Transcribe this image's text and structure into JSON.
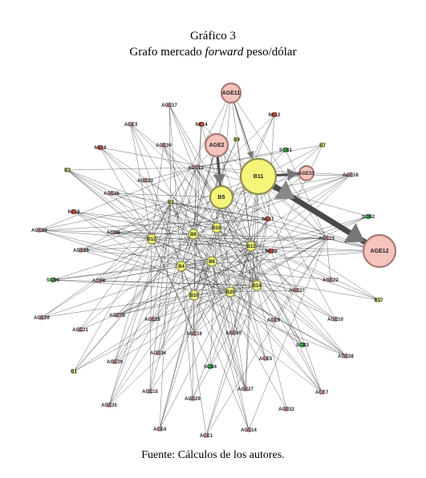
{
  "figure": {
    "number_label": "Gráfico 3",
    "title_pre": "Grafo mercado ",
    "title_italic": "forward",
    "title_post": " peso/dólar",
    "source": "Fuente: Cálculos de los autores."
  },
  "colors": {
    "pink_fill": "#f7c3bd",
    "pink_stroke": "#a77a76",
    "yellow_fill": "#f5f57a",
    "yellow_stroke": "#8f8f55",
    "green_fill": "#3cc24a",
    "red_fill": "#e6553c",
    "edge": "#333333",
    "heavy_edge": "#4a4a4a"
  },
  "nodes": [
    {
      "id": "AGE11",
      "label": "AGE11",
      "type": "pink",
      "size": "large"
    },
    {
      "id": "AGE17",
      "label": "AGE17",
      "type": "pink",
      "size": "tiny"
    },
    {
      "id": "NE14",
      "label": "NE14",
      "type": "red",
      "size": "tiny"
    },
    {
      "id": "NE12",
      "label": "NE12",
      "type": "red",
      "size": "tiny"
    },
    {
      "id": "AGE3",
      "label": "AGE3",
      "type": "pink",
      "size": "tiny"
    },
    {
      "id": "AGE2",
      "label": "AGE2",
      "type": "pink",
      "size": "large"
    },
    {
      "id": "B9",
      "label": "B9",
      "type": "yellow",
      "size": "tiny"
    },
    {
      "id": "SCB1",
      "label": "SCB1",
      "type": "green",
      "size": "tiny"
    },
    {
      "id": "B7",
      "label": "B7",
      "type": "yellow",
      "size": "tiny"
    },
    {
      "id": "NE19",
      "label": "NE19",
      "type": "red",
      "size": "tiny"
    },
    {
      "id": "AGE30",
      "label": "AGE30",
      "type": "pink",
      "size": "tiny"
    },
    {
      "id": "B3",
      "label": "B3",
      "type": "yellow",
      "size": "tiny"
    },
    {
      "id": "AGE13",
      "label": "AGE13",
      "type": "pink",
      "size": "tiny"
    },
    {
      "id": "B11",
      "label": "B11",
      "type": "yellow",
      "size": "large"
    },
    {
      "id": "AGE31",
      "label": "AGE31",
      "type": "pink",
      "size": "medium"
    },
    {
      "id": "AGE16",
      "label": "AGE16",
      "type": "pink",
      "size": "tiny"
    },
    {
      "id": "AGE33",
      "label": "AGE33",
      "type": "pink",
      "size": "tiny"
    },
    {
      "id": "AGE36",
      "label": "AGE36",
      "type": "pink",
      "size": "tiny"
    },
    {
      "id": "B5",
      "label": "B5",
      "type": "yellow",
      "size": "large"
    },
    {
      "id": "B2",
      "label": "B2",
      "type": "yellow",
      "size": "tiny"
    },
    {
      "id": "NE18",
      "label": "NE18",
      "type": "red",
      "size": "tiny"
    },
    {
      "id": "NE17",
      "label": "NE17",
      "type": "red",
      "size": "tiny"
    },
    {
      "id": "SCB2",
      "label": "SCB2",
      "type": "green",
      "size": "tiny"
    },
    {
      "id": "AGE20",
      "label": "AGE20",
      "type": "pink",
      "size": "tiny"
    },
    {
      "id": "AGE8",
      "label": "AGE8",
      "type": "pink",
      "size": "tiny"
    },
    {
      "id": "B9b",
      "label": "B9",
      "type": "yellow",
      "size": "small"
    },
    {
      "id": "B16",
      "label": "B16",
      "type": "yellow",
      "size": "small"
    },
    {
      "id": "B12",
      "label": "B12",
      "type": "yellow",
      "size": "small"
    },
    {
      "id": "AGE23",
      "label": "AGE23",
      "type": "pink",
      "size": "tiny"
    },
    {
      "id": "AGE12",
      "label": "AGE12",
      "type": "pink",
      "size": "large"
    },
    {
      "id": "AGE25",
      "label": "AGE25",
      "type": "pink",
      "size": "tiny"
    },
    {
      "id": "B13",
      "label": "B13",
      "type": "yellow",
      "size": "small"
    },
    {
      "id": "NE22",
      "label": "NE22",
      "type": "red",
      "size": "tiny"
    },
    {
      "id": "B6",
      "label": "B6",
      "type": "yellow",
      "size": "small"
    },
    {
      "id": "B4",
      "label": "B4",
      "type": "yellow",
      "size": "small"
    },
    {
      "id": "SCB6",
      "label": "SCB6",
      "type": "green",
      "size": "tiny"
    },
    {
      "id": "AGE6",
      "label": "AGE6",
      "type": "pink",
      "size": "tiny"
    },
    {
      "id": "AGE22",
      "label": "AGE22",
      "type": "pink",
      "size": "tiny"
    },
    {
      "id": "AGE37",
      "label": "AGE37",
      "type": "pink",
      "size": "tiny"
    },
    {
      "id": "B14",
      "label": "B14",
      "type": "yellow",
      "size": "small"
    },
    {
      "id": "B10",
      "label": "B10",
      "type": "yellow",
      "size": "small"
    },
    {
      "id": "B20",
      "label": "B20",
      "type": "yellow",
      "size": "small"
    },
    {
      "id": "B17",
      "label": "B17",
      "type": "yellow",
      "size": "tiny"
    },
    {
      "id": "AGE26",
      "label": "AGE26",
      "type": "pink",
      "size": "tiny"
    },
    {
      "id": "AGE18",
      "label": "AGE18",
      "type": "pink",
      "size": "tiny"
    },
    {
      "id": "AGE28",
      "label": "AGE28",
      "type": "pink",
      "size": "tiny"
    },
    {
      "id": "AGE9",
      "label": "AGE9",
      "type": "pink",
      "size": "tiny"
    },
    {
      "id": "AGE10",
      "label": "AGE10",
      "type": "pink",
      "size": "tiny"
    },
    {
      "id": "AGE21",
      "label": "AGE21",
      "type": "pink",
      "size": "tiny"
    },
    {
      "id": "AGE19",
      "label": "AGE19",
      "type": "pink",
      "size": "tiny"
    },
    {
      "id": "AGE40",
      "label": "AGE40",
      "type": "pink",
      "size": "tiny"
    },
    {
      "id": "SCB3",
      "label": "SCB3",
      "type": "green",
      "size": "tiny"
    },
    {
      "id": "AGE39",
      "label": "AGE39",
      "type": "pink",
      "size": "tiny"
    },
    {
      "id": "AGE34",
      "label": "AGE34",
      "type": "pink",
      "size": "tiny"
    },
    {
      "id": "AGE5",
      "label": "AGE5",
      "type": "pink",
      "size": "tiny"
    },
    {
      "id": "AGE38",
      "label": "AGE38",
      "type": "pink",
      "size": "tiny"
    },
    {
      "id": "SCB4",
      "label": "SCB4",
      "type": "green",
      "size": "tiny"
    },
    {
      "id": "B1",
      "label": "B1",
      "type": "yellow",
      "size": "tiny"
    },
    {
      "id": "AGE15",
      "label": "AGE15",
      "type": "pink",
      "size": "tiny"
    },
    {
      "id": "AGE27",
      "label": "AGE27",
      "type": "pink",
      "size": "tiny"
    },
    {
      "id": "AGE7",
      "label": "AGE7",
      "type": "pink",
      "size": "tiny"
    },
    {
      "id": "AGE29",
      "label": "AGE29",
      "type": "pink",
      "size": "tiny"
    },
    {
      "id": "AGE35",
      "label": "AGE35",
      "type": "pink",
      "size": "tiny"
    },
    {
      "id": "AGE32",
      "label": "AGE32",
      "type": "pink",
      "size": "tiny"
    },
    {
      "id": "AGE4",
      "label": "AGE4",
      "type": "pink",
      "size": "tiny"
    },
    {
      "id": "AGE14",
      "label": "AGE14",
      "type": "pink",
      "size": "tiny"
    },
    {
      "id": "AGE1",
      "label": "AGE1",
      "type": "pink",
      "size": "tiny"
    }
  ],
  "heavy_edges": [
    {
      "from": "B11",
      "to": "AGE12",
      "weight": "very-heavy"
    },
    {
      "from": "B11",
      "to": "AGE31",
      "weight": "medium"
    },
    {
      "from": "AGE2",
      "to": "B5",
      "weight": "medium"
    },
    {
      "from": "AGE11",
      "to": "B11",
      "weight": "light"
    }
  ]
}
